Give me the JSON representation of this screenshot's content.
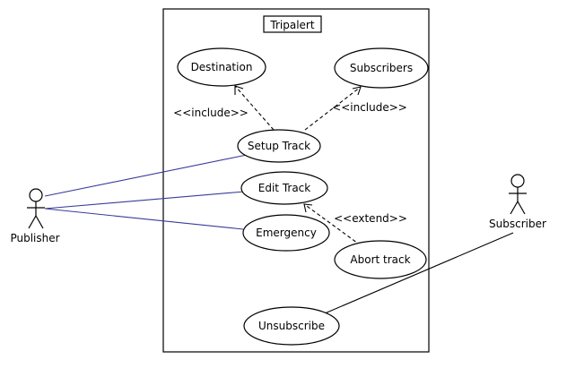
{
  "diagram": {
    "system_title": "Tripalert",
    "use_cases": {
      "destination": "Destination",
      "subscribers": "Subscribers",
      "setup_track": "Setup Track",
      "edit_track": "Edit Track",
      "emergency": "Emergency",
      "abort_track": "Abort track",
      "unsubscribe": "Unsubscribe"
    },
    "actors": {
      "publisher": "Publisher",
      "subscriber": "Subscriber"
    },
    "relations": {
      "include_left": "<<include>>",
      "include_right": "<<include>>",
      "extend": "<<extend>>"
    }
  }
}
